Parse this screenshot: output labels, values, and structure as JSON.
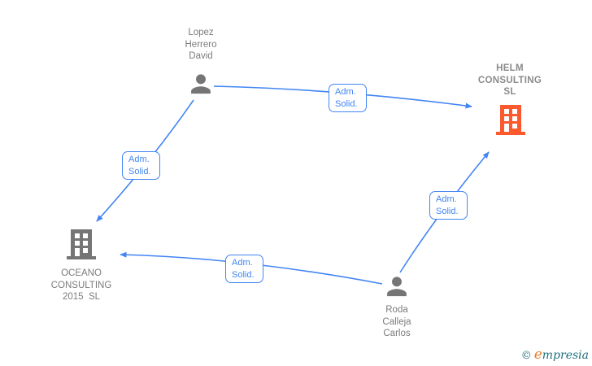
{
  "diagram": {
    "nodes": {
      "lopez": {
        "type": "person",
        "lines": [
          "Lopez",
          "Herrero",
          "David"
        ]
      },
      "helm": {
        "type": "company",
        "highlighted": true,
        "lines": [
          "HELM",
          "CONSULTING",
          "SL"
        ]
      },
      "oceano": {
        "type": "company",
        "highlighted": false,
        "lines": [
          "OCEANO",
          "CONSULTING",
          "2015  SL"
        ]
      },
      "roda": {
        "type": "person",
        "lines": [
          "Roda",
          "Calleja",
          "Carlos"
        ]
      }
    },
    "edges": [
      {
        "from": "Lopez Herrero David",
        "to": "HELM CONSULTING SL",
        "label_lines": [
          "Adm.",
          "Solid."
        ]
      },
      {
        "from": "Lopez Herrero David",
        "to": "OCEANO CONSULTING 2015 SL",
        "label_lines": [
          "Adm.",
          "Solid."
        ]
      },
      {
        "from": "Roda Calleja Carlos",
        "to": "HELM CONSULTING SL",
        "label_lines": [
          "Adm.",
          "Solid."
        ]
      },
      {
        "from": "Roda Calleja Carlos",
        "to": "OCEANO CONSULTING 2015 SL",
        "label_lines": [
          "Adm.",
          "Solid."
        ]
      }
    ],
    "colors": {
      "edge_blue": "#4285F4",
      "company_orange": "#FA5A2D",
      "node_gray": "#757575",
      "logo_teal": "#1E6F7C",
      "logo_orange": "#E87E2B"
    }
  },
  "footer": {
    "copyright_symbol": "©",
    "brand_lead": "e",
    "brand_rest": "mpresia"
  }
}
